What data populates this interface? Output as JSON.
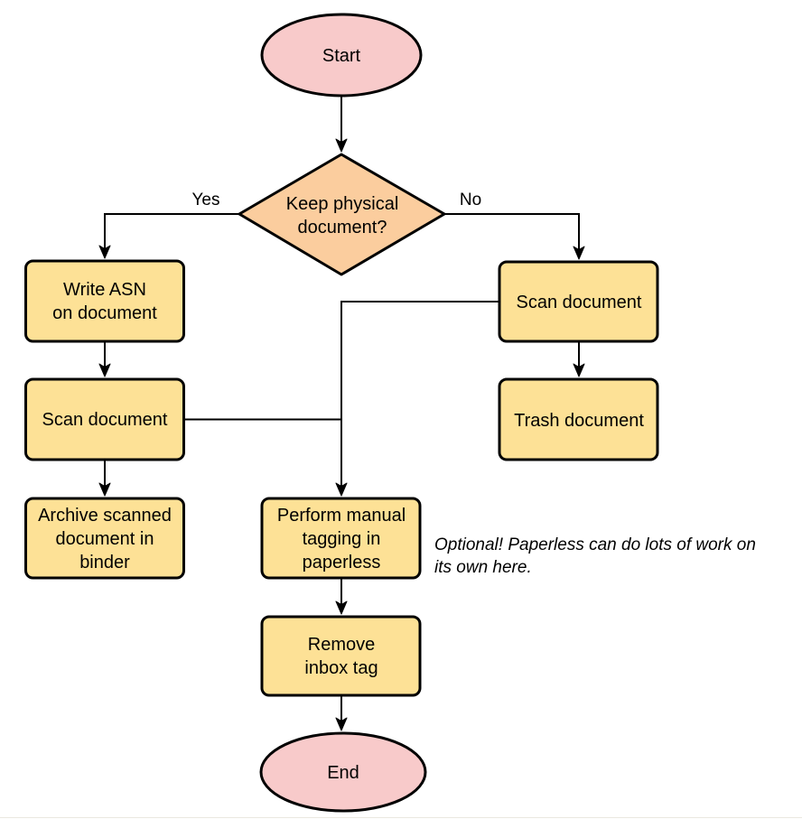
{
  "diagram": {
    "nodes": {
      "start": {
        "type": "terminator",
        "label": "Start"
      },
      "decision": {
        "type": "decision",
        "label": "Keep physical\ndocument?"
      },
      "write_asn": {
        "type": "process",
        "label": "Write ASN\non document"
      },
      "scan_left": {
        "type": "process",
        "label": "Scan document"
      },
      "archive": {
        "type": "process",
        "label": "Archive scanned\ndocument in\nbinder"
      },
      "scan_right": {
        "type": "process",
        "label": "Scan document"
      },
      "trash": {
        "type": "process",
        "label": "Trash document"
      },
      "tagging": {
        "type": "process",
        "label": "Perform manual\ntagging in\npaperless"
      },
      "remove_inbox": {
        "type": "process",
        "label": "Remove\ninbox tag"
      },
      "end": {
        "type": "terminator",
        "label": "End"
      }
    },
    "edge_labels": {
      "yes": "Yes",
      "no": "No"
    },
    "annotation": "Optional! Paperless can do lots of work on\nits own here.",
    "colors": {
      "terminator_fill": "#f8caca",
      "decision_fill": "#fbcd9e",
      "process_fill": "#fde196",
      "stroke": "#000000"
    }
  }
}
